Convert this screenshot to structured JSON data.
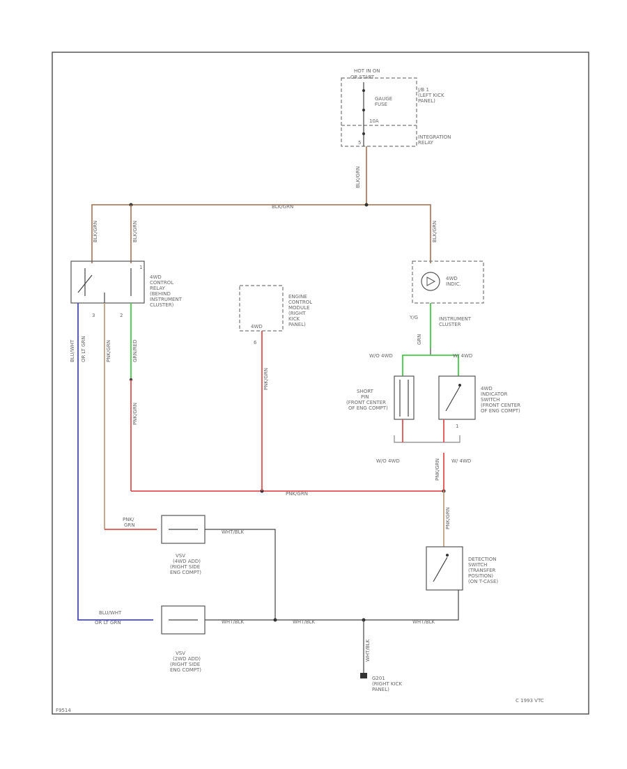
{
  "colors": {
    "brown_wire": "#b08060",
    "red_wire": "#e05050",
    "blue_wire": "#4444dd",
    "green_wire": "#44cc44",
    "frame": "#555555",
    "text": "#666666"
  },
  "labels": {
    "hot_in_on": "HOT IN ON",
    "or_start": "OR START",
    "gauge_fuse_1": "GAUGE",
    "gauge_fuse_2": "FUSE",
    "gauge_fuse_amp": "10A",
    "jb_1": "J/B 1",
    "jb_2": "(LEFT KICK",
    "jb_3": "PANEL)",
    "integ_1": "INTEGRATION",
    "integ_2": "RELAY",
    "w_blu_vertical": "BLK/GRN",
    "main_bus_label": "BLK/GRN",
    "left_drop_1": "BLK/GRN",
    "left_drop_2": "BLK/GRN",
    "right_drop": "BLK/GRN",
    "acr_1": "4WD",
    "acr_2": "CONTROL",
    "acr_3": "RELAY",
    "acr_4": "(BEHIND",
    "acr_5": "INSTRUMENT",
    "acr_6": "CLUSTER)",
    "ecm_1": "ENGINE",
    "ecm_2": "CONTROL",
    "ecm_3": "MODULE",
    "ecm_4": "(RIGHT",
    "ecm_5": "KICK",
    "ecm_6": "PANEL)",
    "ecm_pin": "4WD",
    "ind_1": "4WD",
    "ind_2": "INDIC.",
    "ic_1": "INSTRUMENT",
    "ic_2": "CLUSTER",
    "wire_w_o_4wd_left": "W/O 4WD",
    "wire_w_4wd_right": "W/ 4WD",
    "sp_1": "SHORT",
    "sp_2": "PIN",
    "sp_3": "(FRONT CENTER",
    "sp_4": "OF ENG COMPT)",
    "is_1": "4WD",
    "is_2": "INDICATOR",
    "is_3": "SWITCH",
    "is_4": "(FRONT CENTER",
    "is_5": "OF ENG COMPT)",
    "wo4wd_bottom": "W/O 4WD",
    "w4wd_bottom": "W/ 4WD",
    "pnk_bus": "PNK/GRN",
    "vsv_top_1": "VSV",
    "vsv_top_2": "(4WD ADD)",
    "vsv_top_3": "(RIGHT SIDE",
    "vsv_top_4": "ENG COMPT)",
    "vsv_bot_1": "VSV",
    "vsv_bot_2": "(2WD ADD)",
    "vsv_bot_3": "(RIGHT SIDE",
    "vsv_bot_4": "ENG COMPT)",
    "pnk_vsv_1": "PNK/",
    "pnk_vsv_2": "GRN",
    "blu_vsv_1": "BLU/WHT",
    "blu_vsv_2": "OR LT GRN",
    "wht_blk_1": "WHT/BLK",
    "wht_blk_2": "WHT/BLK",
    "wht_blk_3": "WHT/BLK",
    "wht_blk_4": "WHT/BLK",
    "wht_blk_5": "WHT/BLK",
    "det_1": "DETECTION",
    "det_2": "SWITCH",
    "det_3": "(TRANSFER",
    "det_4": "POSITION)",
    "det_5": "(ON T-CASE)",
    "g201_1": "G201",
    "g201_2": "(RIGHT KICK",
    "g201_3": "PANEL)",
    "copyright": "C 1993 VTC",
    "fig_id": "F9514",
    "blu_left_1": "BLU/WHT",
    "blu_left_2": "OR LT GRN",
    "pnk_wire": "PNK/GRN",
    "grn_wire": "GRN/RED",
    "pin5": "5",
    "pin3": "3",
    "pin1": "1",
    "pin2": "2",
    "pin6": "6",
    "yg_1": "Y/G",
    "yg_2": "GRN"
  }
}
